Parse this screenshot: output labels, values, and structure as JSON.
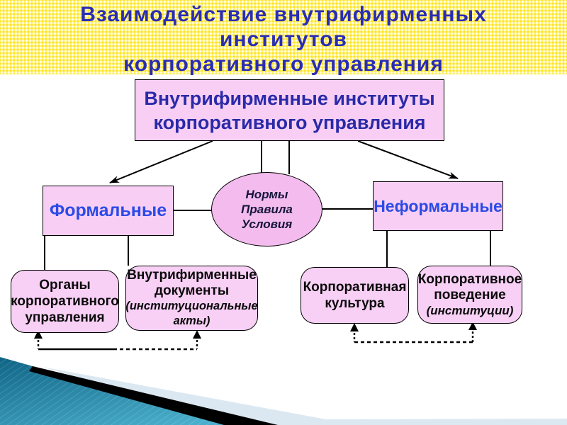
{
  "title": {
    "text": "Взаимодействие внутрифирменных\nинститутов\nкорпоративного управления"
  },
  "diagram": {
    "root_box": {
      "text": "Внутрифирменные институты\nкорпоративного управления"
    },
    "formal_box": {
      "label": "Формальные"
    },
    "informal_box": {
      "label": "Неформальные"
    },
    "norms_ellipse": {
      "text": "Нормы\nПравила\nУсловия"
    },
    "organs_box": {
      "text": "Органы\nкорпоративного\nуправления"
    },
    "documents_box": {
      "bold": "Внутрифирменные\nдокументы",
      "italic": "(институциональные\nакты)"
    },
    "culture_box": {
      "text": "Корпоративная\nкультура"
    },
    "behavior_box": {
      "bold": "Корпоративное\nповедение",
      "italic": "(институции)"
    }
  },
  "colors": {
    "title_text": "#2A2CB5",
    "title_background": "#FFF475",
    "bright_blue_labels": "#2B4BE6",
    "box_fill_pink": "#F9CEF5",
    "ellipse_fill_pink": "#F3BBEE",
    "connector_black": "#000000",
    "corner_teal": "#2E93B4",
    "corner_pale_blue": "#DCE8F1",
    "corner_black_stripe": "#000000"
  }
}
